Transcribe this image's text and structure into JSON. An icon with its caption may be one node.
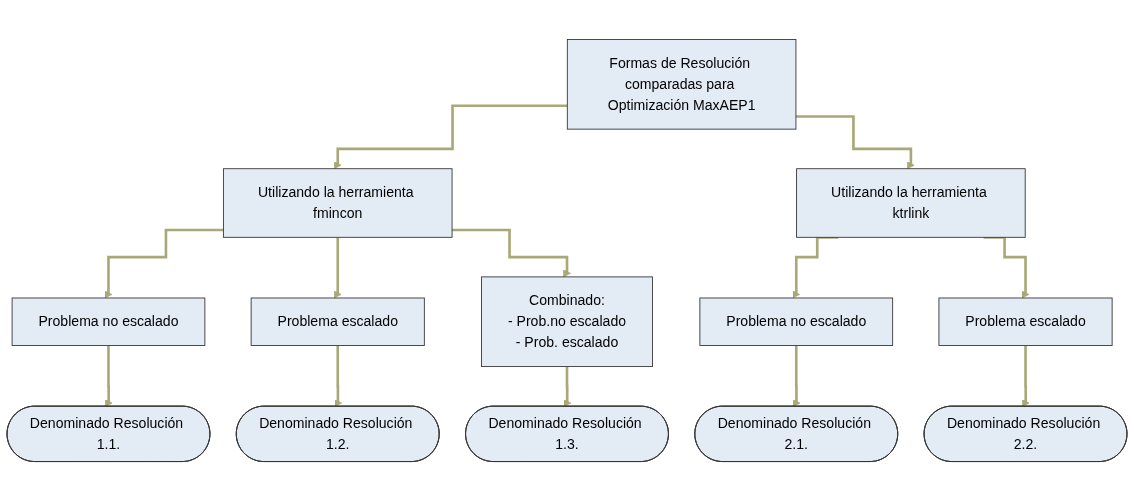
{
  "diagram": {
    "nodes": [
      {
        "text": [
          "Formas de Resolución comparadas para Optimización MaxAEP1"
        ]
      },
      {
        "text": [
          "Utilizando la herramienta fmincon"
        ]
      },
      {
        "text": [
          "Problema no escalado"
        ]
      },
      {
        "text": [
          "Problema escalado"
        ]
      },
      {
        "text": [
          "Combinado:",
          "- Prob.no escalado",
          "- Prob. escalado"
        ]
      },
      {
        "text": [
          "Utilizando la herramienta ktrlink"
        ]
      },
      {
        "text": [
          "Problema no escalado"
        ]
      },
      {
        "text": [
          "Problema escalado"
        ]
      },
      {
        "text": [
          "Denominado Resolución 1.1."
        ]
      },
      {
        "text": [
          "Denominado Resolución 1.2."
        ]
      },
      {
        "text": [
          "Denominado Resolución 1.3."
        ]
      },
      {
        "text": [
          "Denominado Resolución 2.1."
        ]
      },
      {
        "text": [
          "Denominado Resolución 2.2."
        ]
      }
    ],
    "edges": [
      {
        "from": 0,
        "to": 1,
        "arrow": "to"
      },
      {
        "from": 0,
        "to": 5,
        "arrow": "to"
      },
      {
        "from": 1,
        "to": 2,
        "arrow": "to"
      },
      {
        "from": 1,
        "to": 3,
        "arrow": "to"
      },
      {
        "from": 1,
        "to": 4,
        "arrow": "to"
      },
      {
        "from": 5,
        "to": 6,
        "arrow": "to"
      },
      {
        "from": 5,
        "to": 7,
        "arrow": "to"
      },
      {
        "from": 2,
        "to": 8,
        "arrow": "to"
      },
      {
        "from": 3,
        "to": 9,
        "arrow": "to"
      },
      {
        "from": 4,
        "to": 10,
        "arrow": "to"
      },
      {
        "from": 6,
        "to": 11,
        "arrow": "to"
      },
      {
        "from": 7,
        "to": 12,
        "arrow": "to"
      }
    ]
  }
}
